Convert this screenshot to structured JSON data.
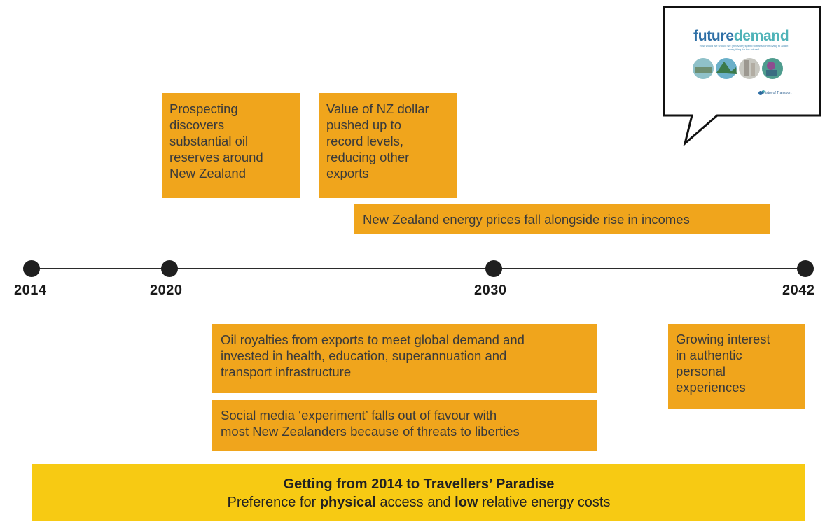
{
  "timeline": {
    "years": [
      "2014",
      "2020",
      "2030",
      "2042"
    ]
  },
  "above": {
    "event1": "Prospecting\ndiscovers\nsubstantial oil\nreserves around\nNew Zealand",
    "event2": "Value of NZ dollar\npushed up to\nrecord levels,\nreducing other\nexports",
    "event3": "New Zealand energy prices fall alongside rise in incomes"
  },
  "below": {
    "event4": "Oil royalties from exports to meet global demand and\ninvested in health, education, superannuation and\ntransport infrastructure",
    "event5": "Social media ‘experiment’ falls out of favour with\nmost New Zealanders because of threats to liberties",
    "event6": "Growing interest\nin authentic\npersonal\nexperiences"
  },
  "footer": {
    "title": "Getting from 2014 to Travellers’ Paradise",
    "sub_prefix": "Preference for ",
    "sub_bold1": "physical",
    "sub_middle": " access and ",
    "sub_bold2": "low",
    "sub_suffix": " relative energy costs"
  },
  "thumbnail": {
    "title_part1": "future",
    "title_part2": "demand",
    "subtitle": "How would we should we (innovate) spend to transport moving to adapt everything for the future?",
    "footer": "Ministry of Transport"
  },
  "colors": {
    "event_box": "#f0a51c",
    "footer_bar": "#f7ca13",
    "timeline": "#1f1f1f",
    "thumb_future": "#2e6fa6",
    "thumb_demand": "#4fb3b8"
  }
}
